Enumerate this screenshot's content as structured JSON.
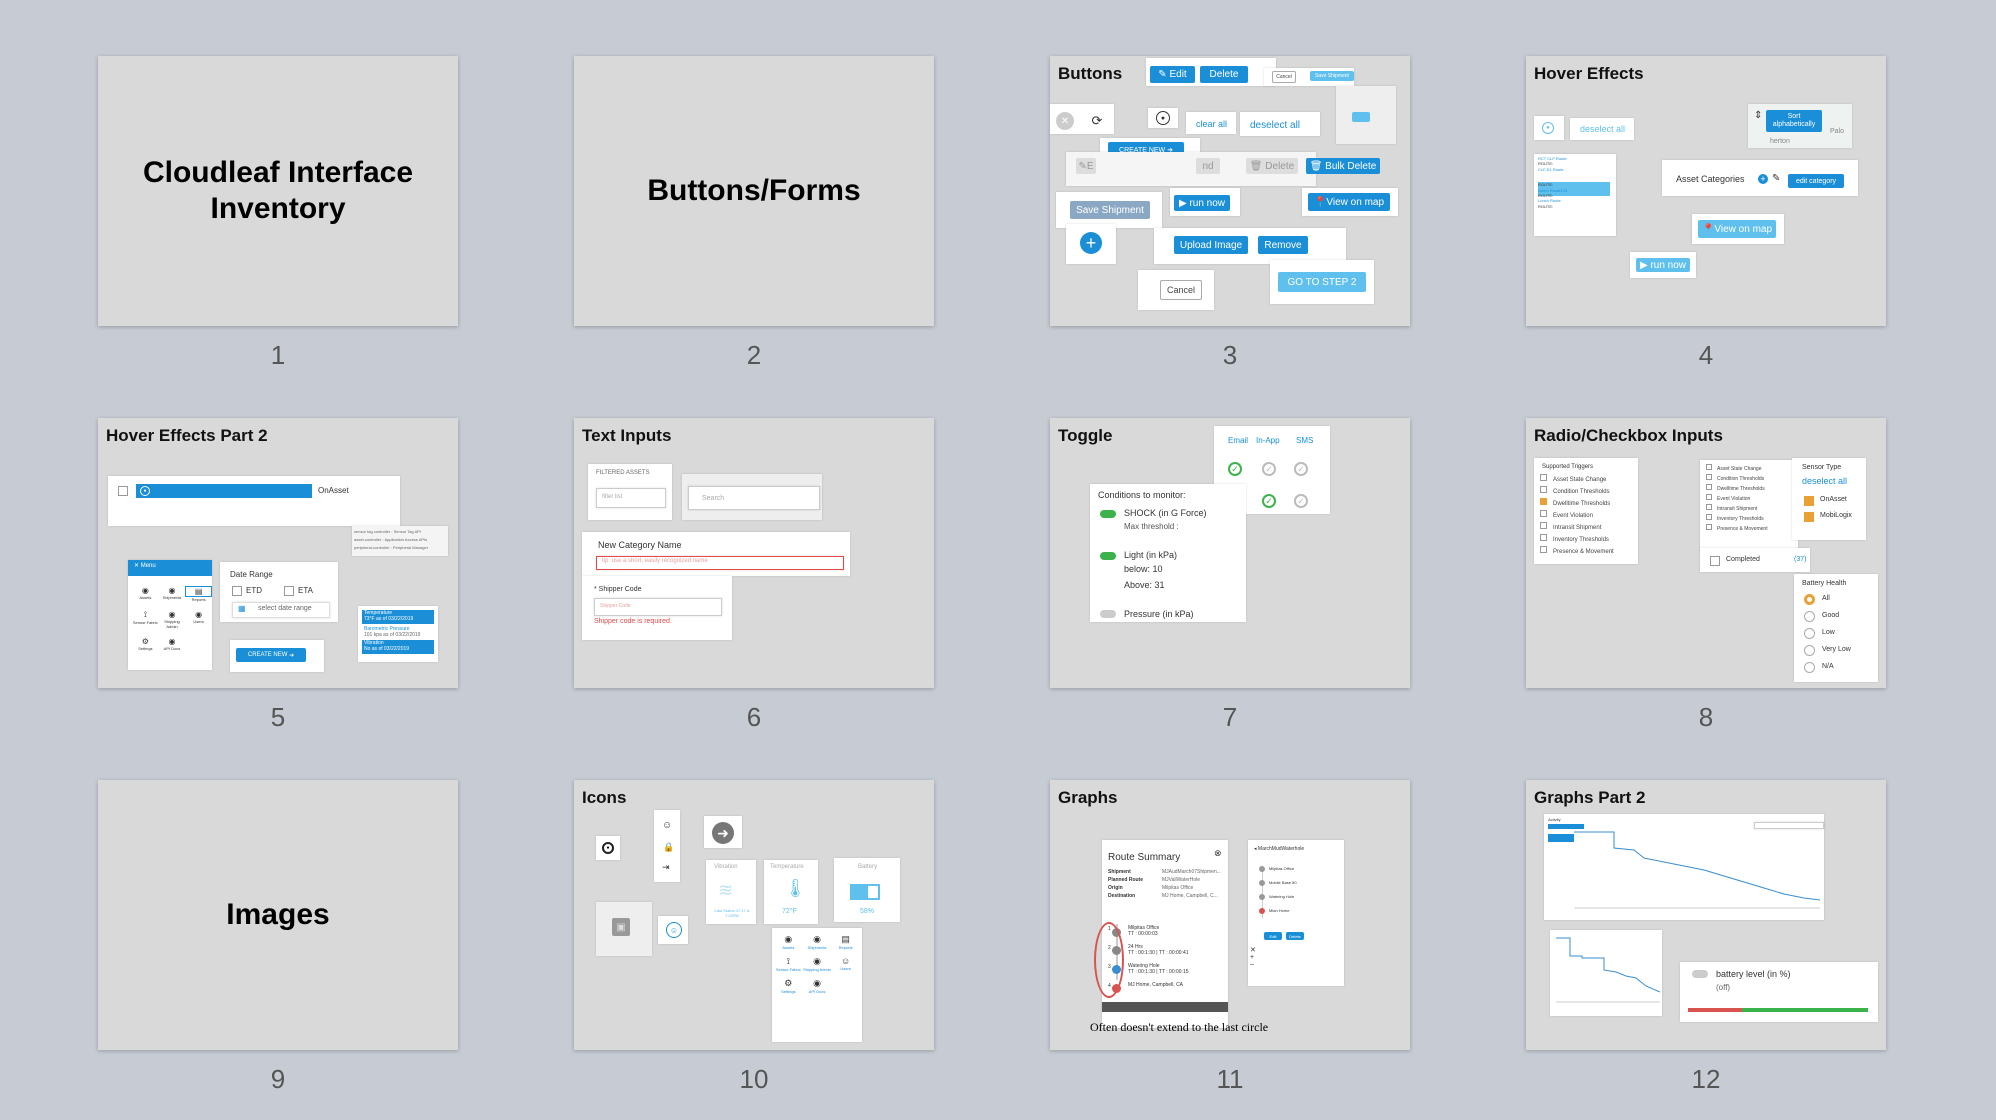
{
  "slides": [
    {
      "number": "1",
      "title": "Cloudleaf Interface Inventory"
    },
    {
      "number": "2",
      "title": "Buttons/Forms"
    },
    {
      "number": "3",
      "title": "Buttons",
      "labels": {
        "edit": "Edit",
        "delete": "Delete",
        "cancel_small": "Cancel",
        "save_shipment_small": "Save Shipment",
        "clear_all": "clear all",
        "deselect_all": "deselect all",
        "create_new": "CREATE NEW",
        "delete_disabled": "Delete",
        "bulk_delete": "Bulk Delete",
        "save_shipment": "Save Shipment",
        "run_now": "run now",
        "view_on_map": "View on map",
        "upload_image": "Upload Image",
        "remove": "Remove",
        "go_to_step": "GO TO STEP 2",
        "cancel": "Cancel",
        "partial_e": "E",
        "partial_nd": "nd"
      }
    },
    {
      "number": "4",
      "title": "Hover Effects",
      "labels": {
        "deselect_all": "deselect all",
        "sort": "Sort alphabetically",
        "asset_categories": "Asset Categories",
        "edit_category": "edit category",
        "view_on_map": "View on map",
        "run_now": "run now",
        "map_text_1": "Palo",
        "map_text_2": "herton",
        "route_list": [
          "RCT CLF Route",
          "ROUTE:",
          "CLF-E1 Route",
          "ROUTE:",
          "CLF-C1H-M1Nort Route",
          "ROUTE:",
          "Demo Route123",
          "ROUTE:",
          "Lunch Route",
          "ROUTE:"
        ]
      }
    },
    {
      "number": "5",
      "title": "Hover Effects Part 2",
      "labels": {
        "onasset": "OnAsset",
        "date_range": "Date Range",
        "etd": "ETD",
        "eta": "ETA",
        "select_date_range": "select date range",
        "create_new": "CREATE NEW",
        "temperature": "Temperature",
        "temperature_sub": "73°F as of 03/22/2019",
        "baro": "Barometric Pressure",
        "baro_sub": "101 kpa as of 03/22/2019",
        "vibration": "Vibration",
        "vibration_sub": "No as of 03/22/2019",
        "tooltip_lines": [
          "sensor tag controller : Sensor Tag API",
          "asset-controller : Application Access APIs",
          "peripheral-controller : Peripheral Manager"
        ],
        "menu_items": [
          "Assets",
          "Shipments",
          "Reports",
          "Sensor Fabric",
          "Shipping Admin",
          "Users",
          "Settings",
          "API Docs"
        ],
        "menu_header": "Menu"
      }
    },
    {
      "number": "6",
      "title": "Text Inputs",
      "labels": {
        "filtered_assets": "FILTERED ASSETS",
        "filter_list": "filter list",
        "search": "Search",
        "new_category": "New Category Name",
        "tip": "tip: use a short, easily recognized name",
        "shipper_code": "* Shipper Code",
        "shipper_placeholder": "Shipper Code",
        "shipper_error": "Shipper code is required."
      }
    },
    {
      "number": "7",
      "title": "Toggle",
      "labels": {
        "email": "Email",
        "inapp": "In-App",
        "sms": "SMS",
        "conditions": "Conditions to monitor:",
        "shock": "SHOCK (in G Force)",
        "max_threshold": "Max threshold :",
        "light": "Light (in kPa)",
        "below": "below: 10",
        "above": "Above: 31",
        "pressure": "Pressure (in kPa)"
      }
    },
    {
      "number": "8",
      "title": "Radio/Checkbox Inputs",
      "labels": {
        "supported_triggers": "Supported Triggers",
        "triggers": [
          "Asset State Change",
          "Condition Thresholds",
          "Dwelltime Thresholds",
          "Event Violation",
          "Intransit Shipment",
          "Inventory Thresholds",
          "Presence & Movement"
        ],
        "sensor_type": "Sensor Type",
        "deselect_all": "deselect all",
        "onasset": "OnAsset",
        "mobilogix": "MobiLogix",
        "completed": "Completed",
        "completed_count": "(37)",
        "battery_health": "Battery Health",
        "battery_options": [
          "All",
          "Good",
          "Low",
          "Very Low",
          "N/A"
        ]
      }
    },
    {
      "number": "9",
      "title": "Images"
    },
    {
      "number": "10",
      "title": "Icons",
      "labels": {
        "vibration": "Vibration",
        "temperature": "Temperature",
        "battery": "Battery",
        "last_status": "Last Status 07:17 & 7:20PM",
        "temp_value": "72°F",
        "battery_value": "58%",
        "menu_items": [
          "Assets",
          "Shipments",
          "Reports",
          "Sensor Fabric",
          "Shipping Admin",
          "Users",
          "Settings",
          "API Docs"
        ]
      }
    },
    {
      "number": "11",
      "title": "Graphs",
      "labels": {
        "route_summary": "Route Summary",
        "shipment": "Shipment",
        "planned_route": "Planned Route",
        "origin": "Origin",
        "destination": "Destination",
        "shipment_val": "MJAudMarch07Shipmen...",
        "planned_val": "MJVailWaterHole",
        "origin_val": "Milpitas Office",
        "destination_val": "MJ Home, Campbell, C...",
        "stops": [
          {
            "n": "1",
            "name": "Milpitas Office",
            "sub": "TT : 00:00:03"
          },
          {
            "n": "2",
            "name": "24 Hrs",
            "sub": "TT : 00:1:30 | TT : 00:00:41"
          },
          {
            "n": "3",
            "name": "Watering Hole",
            "sub": "TT : 00:1:30 | TT : 00:00:15"
          },
          {
            "n": "4",
            "name": "MJ Home, Campbell, CA",
            "sub": ""
          }
        ],
        "caption": "Often doesn't extend to the last circle",
        "route_name": "MarchMudWaterhole",
        "right_stops": [
          "Milpitas Office",
          "Mobile Base 80",
          "Watering Hole",
          "Mlan Home"
        ],
        "edit": "Edit",
        "delete": "Delete"
      }
    },
    {
      "number": "12",
      "title": "Graphs Part 2",
      "labels": {
        "activity": "Activity",
        "battery_level": "battery level (in %)",
        "off": "(off)"
      }
    }
  ],
  "colors": {
    "background": "#c7ccd4",
    "slide": "#d9d9d9",
    "accent": "#1a8fd8",
    "light_accent": "#5fc0ee",
    "error": "#e04a4a",
    "green": "#3cb34a",
    "orange": "#e9a035"
  }
}
